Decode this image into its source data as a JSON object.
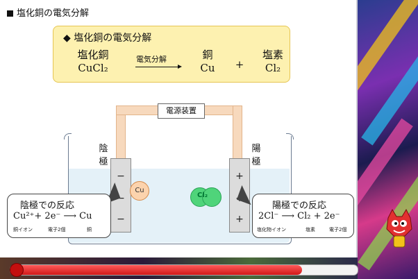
{
  "slide": {
    "title": "塩化銅の電気分解",
    "box": {
      "title": "◆ 塩化銅の電気分解",
      "reactant_jp": "塩化銅",
      "reactant_formula": "CuCl₂",
      "arrow_label": "電気分解",
      "product1_jp": "銅",
      "product1_formula": "Cu",
      "plus": "+",
      "product2_jp": "塩素",
      "product2_formula": "Cl₂"
    },
    "apparatus": {
      "power_label": "電源装置",
      "cathode_label": [
        "陰",
        "極"
      ],
      "anode_label": [
        "陽",
        "極"
      ],
      "cathode_signs": [
        "−",
        "−",
        "−"
      ],
      "anode_signs": [
        "+",
        "+",
        "+"
      ],
      "cu_particle": "Cu",
      "cl_particle": "Cl₂"
    },
    "cathode_bubble": {
      "title": "陰極での反応",
      "equation": "Cu²⁺+  2e⁻ ⟶ Cu",
      "note_ion": "銅イオン",
      "note_electrons": "電子2個",
      "note_copper": "銅"
    },
    "anode_bubble": {
      "title": "陽極での反応",
      "equation": "2Cl⁻ ⟶ Cl₂ +  2e⁻",
      "note_ion": "塩化物イオン",
      "note_chlorine": "塩素",
      "note_electrons": "電子2個"
    }
  },
  "progress": {
    "fraction": 0.84
  },
  "colors": {
    "box_bg": "#fdf1b0",
    "progress_fill": "#e02020",
    "cl_particle": "#4fd47a",
    "cu_particle": "#fcd3ad"
  }
}
